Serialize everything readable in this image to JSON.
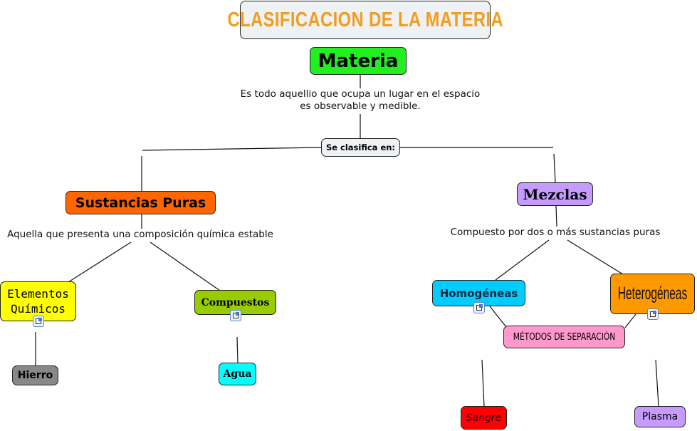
{
  "title": "CLASIFICACION DE LA MATERIA",
  "nodes": {
    "materia": "Materia",
    "se_clasifica": "Se clasifica en:",
    "sustancias_puras": "Sustancias Puras",
    "mezclas": "Mezclas",
    "elementos": "Elementos Químicos",
    "compuestos": "Compuestos",
    "homogeneas": "Homogéneas",
    "heterogeneas": "Heterogéneas",
    "metodos": "MÉTODOS DE SEPARACIÓN",
    "hierro": "Hierro",
    "agua": "Agua",
    "sangre": "Sangre",
    "plasma": "Plasma"
  },
  "linking_phrases": {
    "materia_def_line1": "Es todo aquellio que ocupa un lugar en el espacio",
    "materia_def_line2": "es observable y medible.",
    "sustancias_def": "Aquella que presenta una composición química estable",
    "mezclas_def": "Compuesto por dos o más sustancias puras"
  },
  "icons": {
    "resource": "document-resource-icon"
  },
  "colors": {
    "title_bg": "#eef2f4",
    "title_text": "#f39c1e",
    "materia": "#22ee22",
    "sustancias": "#ff6600",
    "mezclas": "#c59bff",
    "elementos": "#ffff00",
    "compuestos": "#99cc00",
    "homogeneas": "#00ccff",
    "heterogeneas": "#ff9900",
    "metodos": "#ff99cc",
    "hierro": "#888888",
    "agua": "#00ffff",
    "sangre": "#ff0000",
    "plasma": "#c59bff"
  }
}
